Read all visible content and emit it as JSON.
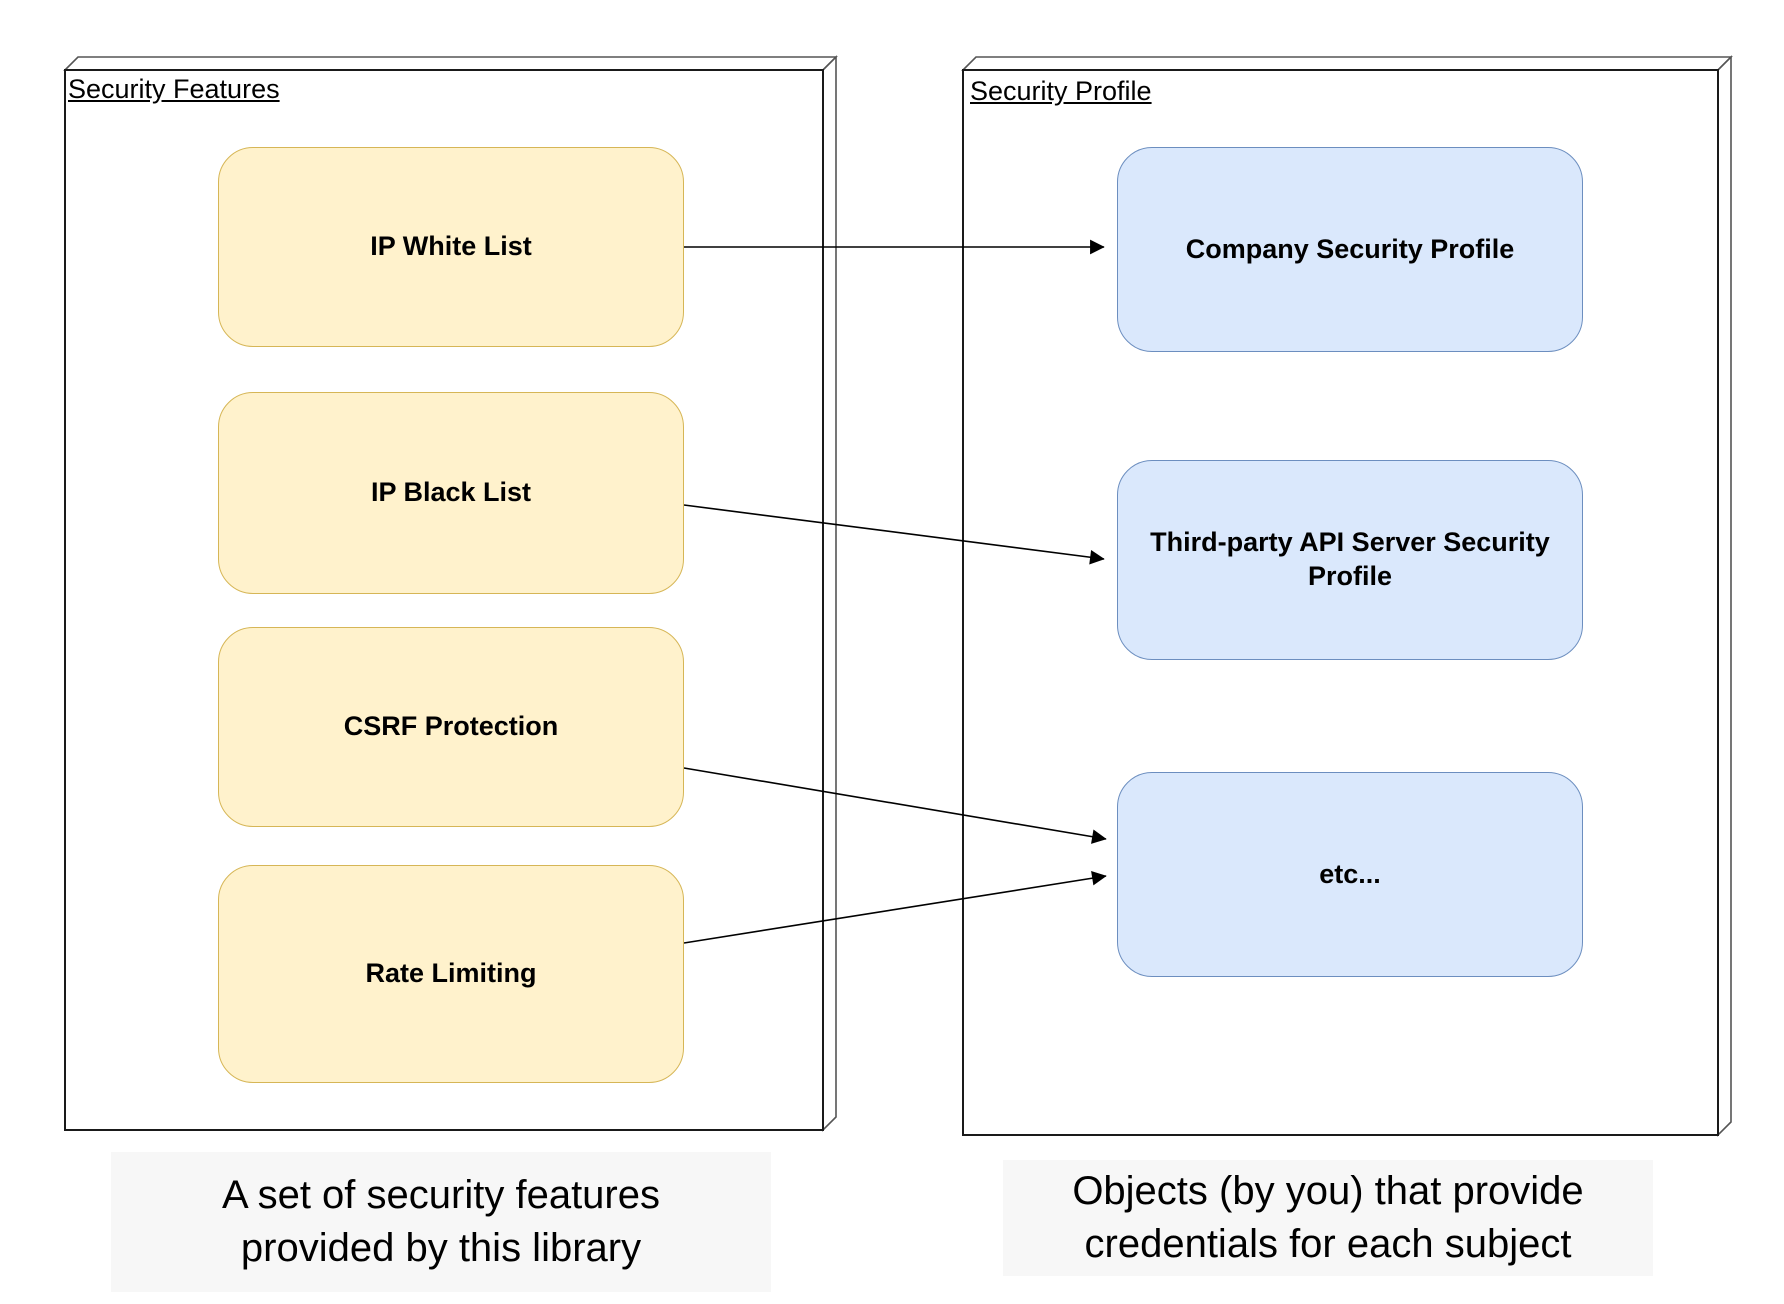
{
  "diagram": {
    "left_panel": {
      "title": "Security Features",
      "caption": "A set of security features\nprovided by this library",
      "nodes": [
        {
          "label": "IP White List"
        },
        {
          "label": "IP Black List"
        },
        {
          "label": "CSRF Protection"
        },
        {
          "label": "Rate Limiting"
        }
      ]
    },
    "right_panel": {
      "title": "Security Profile",
      "caption": "Objects (by you) that provide\ncredentials for each subject",
      "nodes": [
        {
          "label": "Company Security Profile"
        },
        {
          "label": "Third-party API Server Security\nProfile"
        },
        {
          "label": "etc..."
        }
      ]
    },
    "edges": [
      {
        "from": "IP White List",
        "to": "Company Security Profile"
      },
      {
        "from": "IP Black List",
        "to": "Third-party API Server Security Profile"
      },
      {
        "from": "CSRF Protection",
        "to": "etc..."
      },
      {
        "from": "Rate Limiting",
        "to": "etc..."
      }
    ],
    "colors": {
      "feature_node_fill": "#FFF2CC",
      "feature_node_border": "#D6B656",
      "profile_node_fill": "#DAE8FC",
      "profile_node_border": "#6C8EBF",
      "container_border": "#1A1A1A",
      "container_side_edge": "#666666",
      "arrow": "#000000",
      "caption_background": "#F7F7F7",
      "text": "#000000"
    }
  }
}
